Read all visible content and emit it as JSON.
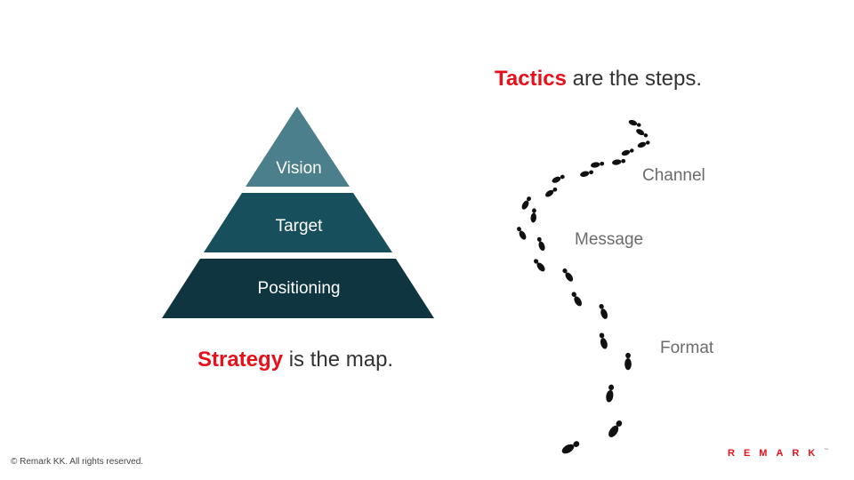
{
  "colors": {
    "accent": "#e8101a",
    "vision": "#4a7f8b",
    "target": "#174f5c",
    "positioning": "#0e3540",
    "steps": "#111111"
  },
  "tactics": {
    "accent": "Tactics",
    "rest": " are the steps."
  },
  "strategy": {
    "accent": "Strategy",
    "rest": " is the map."
  },
  "pyramid": {
    "tiers": [
      {
        "label": "Vision"
      },
      {
        "label": "Target"
      },
      {
        "label": "Positioning"
      }
    ]
  },
  "steps": {
    "labels": [
      "Channel",
      "Message",
      "Format"
    ]
  },
  "footer": {
    "copyright": "© Remark KK. All rights reserved."
  },
  "logo": {
    "text": "REMARK",
    "mark": "™"
  },
  "icons": {
    "footprints": "footprints-icon"
  }
}
